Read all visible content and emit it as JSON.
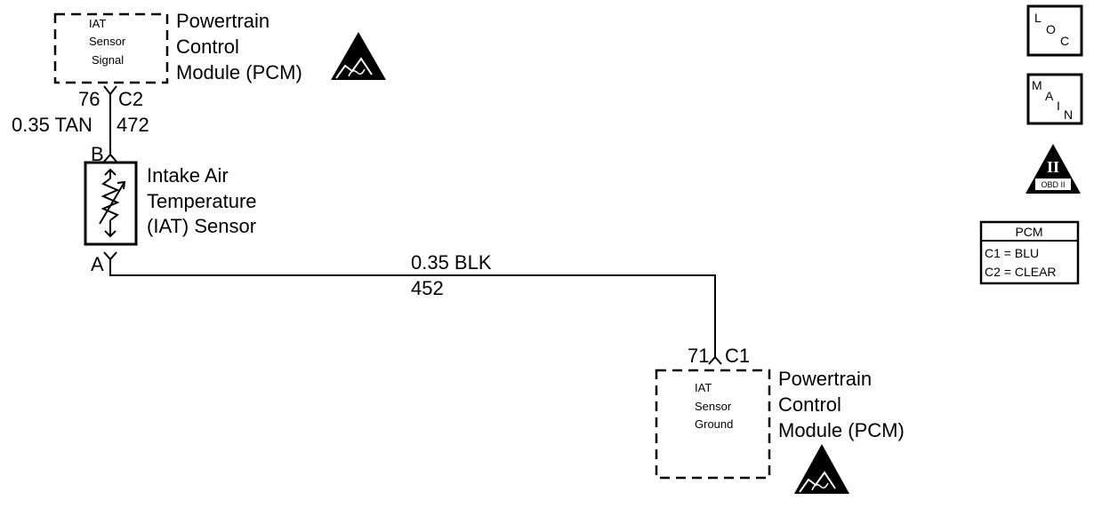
{
  "pcm_top": {
    "circuit_lines": [
      "IAT",
      "Sensor",
      "Signal"
    ],
    "module_lines": [
      "Powertrain",
      "Control",
      "Module (PCM)"
    ],
    "connector": {
      "pin": "76",
      "name": "C2"
    }
  },
  "wire_signal": {
    "gauge_color": "0.35 TAN",
    "circuit": "472"
  },
  "sensor": {
    "terminal_b": "B",
    "terminal_a": "A",
    "name_lines": [
      "Intake Air",
      "Temperature",
      "(IAT) Sensor"
    ]
  },
  "wire_ground": {
    "gauge_color": "0.35 BLK",
    "circuit": "452"
  },
  "pcm_bottom": {
    "circuit_lines": [
      "IAT",
      "Sensor",
      "Ground"
    ],
    "module_lines": [
      "Powertrain",
      "Control",
      "Module (PCM)"
    ],
    "connector": {
      "pin": "71",
      "name": "C1"
    }
  },
  "side_icons": {
    "loc": {
      "letters": [
        "L",
        "O",
        "C"
      ]
    },
    "main": {
      "letters": [
        "M",
        "A",
        "I",
        "N"
      ]
    },
    "obd": {
      "numeral": "II",
      "label": "OBD II"
    }
  },
  "pcm_legend": {
    "title": "PCM",
    "rows": [
      "C1 = BLU",
      "C2 = CLEAR"
    ]
  },
  "colors": {
    "ink": "#000000",
    "background": "#ffffff"
  }
}
